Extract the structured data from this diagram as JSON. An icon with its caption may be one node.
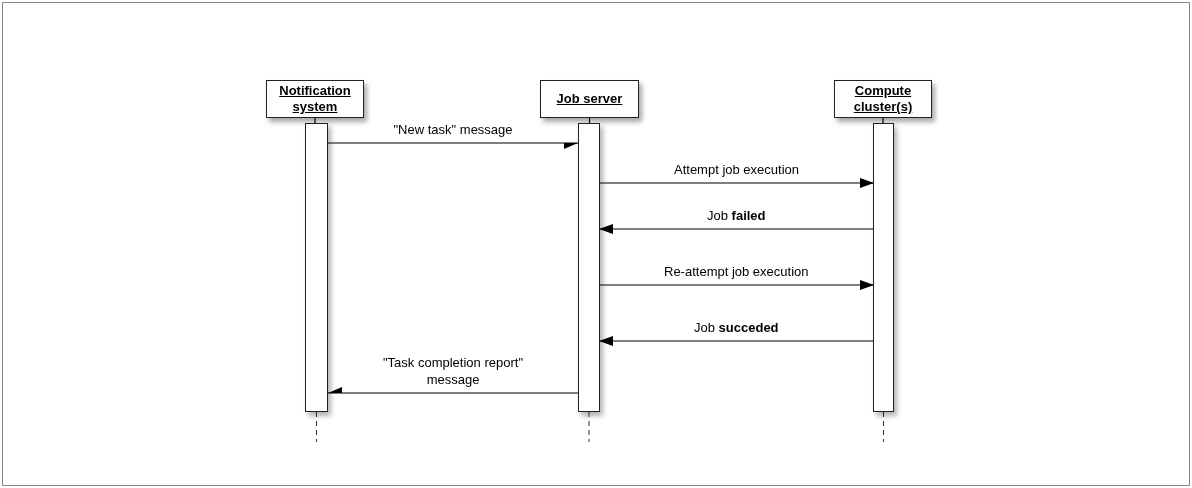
{
  "diagram": {
    "nodes": [
      {
        "text": [
          "Notification system"
        ]
      },
      {
        "text": [
          "Job server"
        ]
      },
      {
        "text": [
          "Compute cluster(s)"
        ]
      },
      {
        "text": [],
        "shape": "bar"
      },
      {
        "text": [],
        "shape": "bar"
      },
      {
        "text": [],
        "shape": "bar"
      }
    ],
    "edges": [
      {
        "from": 0,
        "to": 3,
        "arrow": "none",
        "style": "dashed"
      },
      {
        "from": 1,
        "to": 4,
        "arrow": "none",
        "style": "dashed"
      },
      {
        "from": 2,
        "to": 5,
        "arrow": "none",
        "style": "dashed"
      },
      {
        "from": 3,
        "to": 4,
        "arrow": "to",
        "label": "\"New task\" message"
      },
      {
        "from": 4,
        "to": 5,
        "arrow": "to",
        "label": "Attempt job execution"
      },
      {
        "from": 5,
        "to": 4,
        "arrow": "to",
        "label": "Job **failed**"
      },
      {
        "from": 4,
        "to": 5,
        "arrow": "to",
        "label": "Re-attempt job execution"
      },
      {
        "from": 5,
        "to": 4,
        "arrow": "to",
        "label": "Job **succeded**"
      },
      {
        "from": 4,
        "to": 3,
        "arrow": "to",
        "label": "\"Task completion report\" message"
      }
    ]
  }
}
